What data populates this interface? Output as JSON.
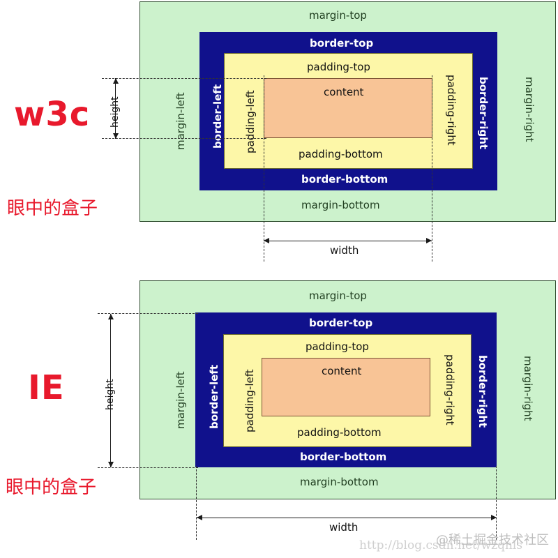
{
  "figure": {
    "title_top": "w3c",
    "title_bottom": "IE",
    "subtitle_cn": "眼中的盒子"
  },
  "labels": {
    "margin_top": "margin-top",
    "margin_bottom": "margin-bottom",
    "margin_left": "margin-left",
    "margin_right": "margin-right",
    "border_top": "border-top",
    "border_bottom": "border-bottom",
    "border_left": "border-left",
    "border_right": "border-right",
    "padding_top": "padding-top",
    "padding_bottom": "padding-bottom",
    "padding_left": "padding-left",
    "padding_right": "padding-right",
    "content": "content",
    "width": "width",
    "height": "height"
  },
  "colors": {
    "margin_fill": "#ccf2cc",
    "border_fill": "#10118c",
    "padding_fill": "#fdf7a8",
    "content_fill": "#f8c496",
    "accent_red": "#e8192c",
    "guide_line": "#333333"
  },
  "diagrams": [
    {
      "id": "w3c",
      "model_label": "w3c",
      "caption_cn": "眼中的盒子",
      "width_spans": "content box only (padding-left edge to padding-right edge)",
      "height_spans": "content box only"
    },
    {
      "id": "ie",
      "model_label": "IE",
      "caption_cn": "眼中的盒子",
      "width_spans": "border box (border-left outer edge to border-right outer edge)",
      "height_spans": "border box"
    }
  ],
  "watermark": {
    "url": "http://blog.csdn.net/wzqnls",
    "community": "@稀土掘金技术社区"
  }
}
